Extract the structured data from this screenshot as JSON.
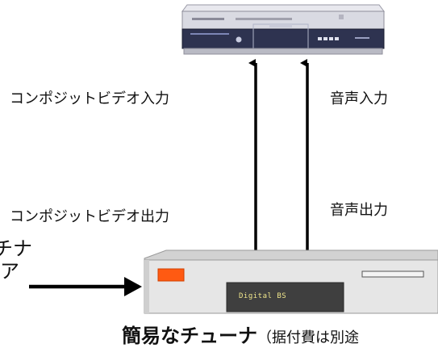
{
  "labels": {
    "composite_in": "コンポジットビデオ入力",
    "audio_in": "音声入力",
    "composite_out": "コンポジットビデオ出力",
    "audio_out": "音声出力",
    "left_partial_1": "チナ",
    "left_partial_2": "ア",
    "caption_main": "簡易なチューナ",
    "caption_sub": "（据付費は別途"
  },
  "tuner": {
    "display_text": "Digital  BS"
  }
}
